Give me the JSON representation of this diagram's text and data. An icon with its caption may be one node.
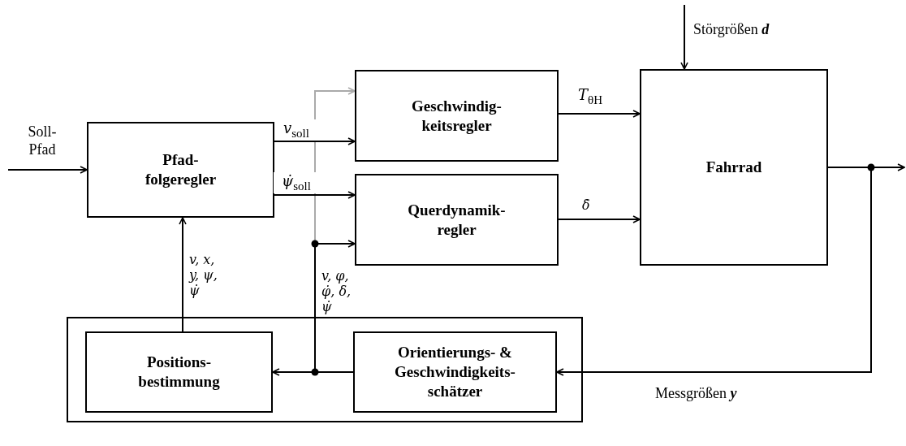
{
  "diagram": {
    "nodes": [
      {
        "text": [
          "Pfad- folgeregler"
        ]
      },
      {
        "text": [
          "Geschwindig- keitsregler"
        ]
      },
      {
        "text": [
          "Querdynamik- regler"
        ]
      },
      {
        "text": [
          "Fahrrad"
        ]
      },
      {
        "text": [],
        "shape": "box"
      },
      {
        "text": [
          "Positions- bestimmung"
        ],
        "in": 4
      },
      {
        "text": [
          "Orientierungs- & Geschwindigkeits- schätzer"
        ],
        "in": 4
      }
    ],
    "edges": [
      {
        "from": null,
        "to": 0,
        "arrow": "to",
        "label": "Soll- Pfad"
      },
      {
        "from": 0,
        "to": 1,
        "arrow": "to",
        "label": "*v*$_{soll}$"
      },
      {
        "from": 0,
        "to": 2,
        "arrow": "to",
        "label": "*ψ̇*$_{soll}$"
      },
      {
        "from": 1,
        "to": 3,
        "arrow": "to",
        "label": "*T*$_{θH}$"
      },
      {
        "from": 2,
        "to": 3,
        "arrow": "to",
        "label": "δ̇"
      },
      {
        "from": null,
        "to": 3,
        "arrow": "to",
        "label": "Störgrößen **d**"
      },
      {
        "from": 3,
        "to": null,
        "arrow": "to"
      },
      {
        "from": 3,
        "to": 6,
        "arrow": "to",
        "label": "Messgrößen **y**"
      },
      {
        "from": 6,
        "to": 5,
        "arrow": "to"
      },
      {
        "from": 6,
        "to": 2,
        "arrow": "to",
        "label": "v, φ, φ̇, δ, ψ̇"
      },
      {
        "from": 6,
        "to": 1,
        "arrow": "to",
        "color": "#aaaaaa"
      },
      {
        "from": 5,
        "to": 0,
        "arrow": "to",
        "label": "v, x, y, ψ, ψ̇"
      }
    ]
  }
}
